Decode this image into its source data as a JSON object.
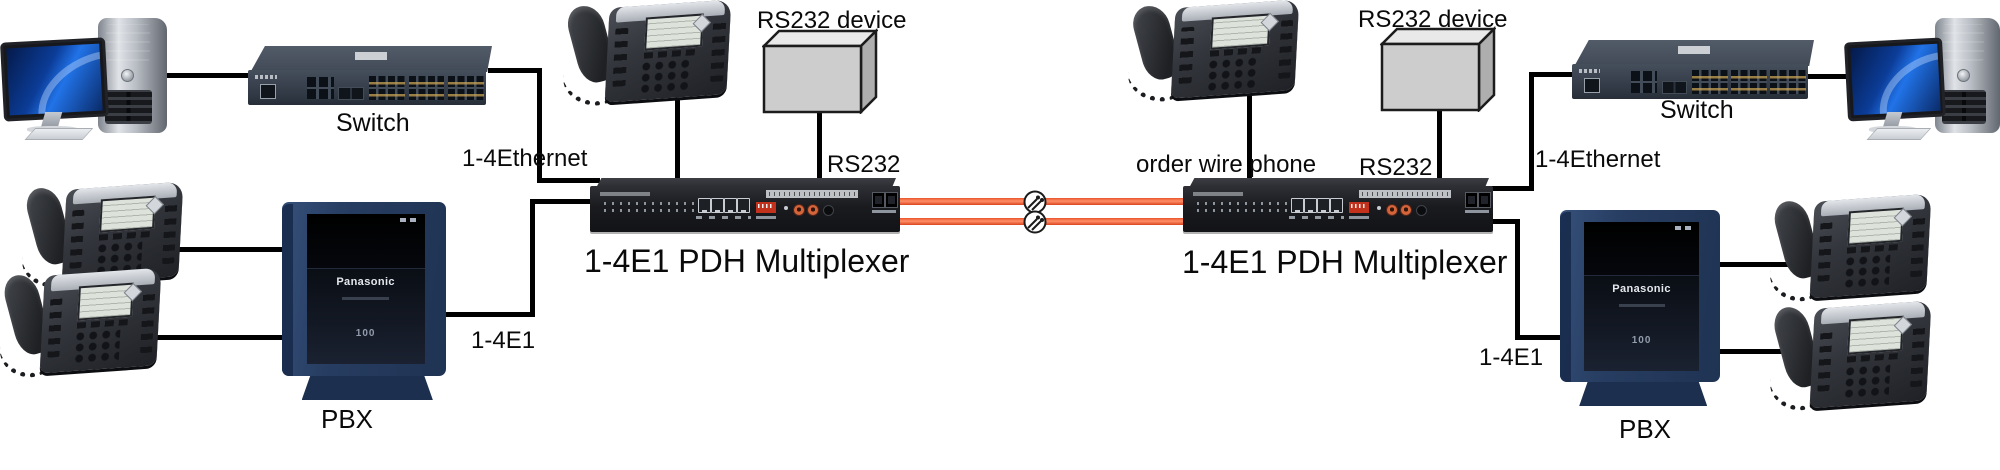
{
  "diagram": {
    "left": {
      "switch_label": "Switch",
      "ethernet_label": "1-4Ethernet",
      "rs232_device_label": "RS232 device",
      "rs232_label": "RS232",
      "mux_label": "1-4E1 PDH Multiplexer",
      "e1_label": "1-4E1",
      "pbx_label": "PBX"
    },
    "right": {
      "order_wire_label": "order wire phone",
      "rs232_device_label": "RS232 device",
      "rs232_label": "RS232",
      "ethernet_label": "1-4Ethernet",
      "switch_label": "Switch",
      "mux_label": "1-4E1 PDH Multiplexer",
      "e1_label": "1-4E1",
      "pbx_label": "PBX"
    },
    "pbx_unit": {
      "brand": "Panasonic",
      "model": "100"
    },
    "colors": {
      "fiber": "#ef5a31",
      "wire": "#000000",
      "mux_body": "#1b1c20",
      "switch_body": "#3c4553",
      "pbx_body": "#253a5e",
      "rs232_box": "#cdcdcd"
    }
  }
}
